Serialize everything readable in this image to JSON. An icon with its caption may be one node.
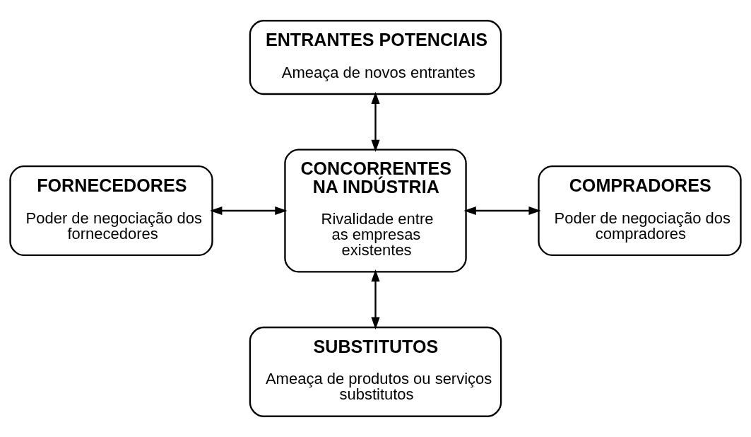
{
  "diagram": {
    "nodes": [
      {
        "text": [
          "ENTRANTES POTENCIAIS",
          "Ameaça de novos entrantes"
        ]
      },
      {
        "text": [
          "FORNECEDORES",
          "Poder de negociação dos fornecedores"
        ]
      },
      {
        "text": [
          "CONCORRENTES NA INDÚSTRIA",
          "Rivalidade entre as empresas existentes"
        ]
      },
      {
        "text": [
          "COMPRADORES",
          "Poder de negociação dos compradores"
        ]
      },
      {
        "text": [
          "SUBSTITUTOS",
          "Ameaça de produtos ou serviços substitutos"
        ]
      }
    ],
    "edges": [
      {
        "from": 2,
        "to": 0,
        "arrow": "both"
      },
      {
        "from": 1,
        "to": 2,
        "arrow": "both"
      },
      {
        "from": 2,
        "to": 3,
        "arrow": "both"
      },
      {
        "from": 2,
        "to": 4,
        "arrow": "both"
      }
    ]
  }
}
